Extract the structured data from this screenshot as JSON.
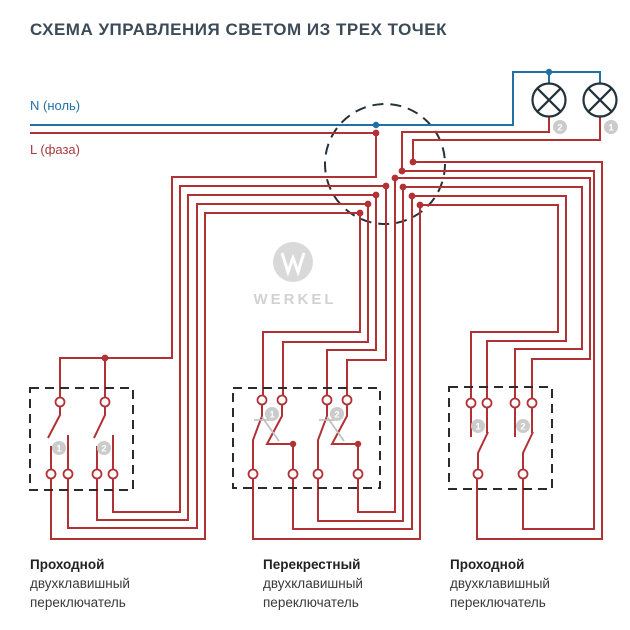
{
  "title": "СХЕМА УПРАВЛЕНИЯ СВЕТОМ ИЗ ТРЕХ ТОЧЕК",
  "brand_watermark": "WERKEL",
  "power": {
    "neutral_label": "N (ноль)",
    "live_label": "L (фаза)"
  },
  "lamps": [
    {
      "number": "2"
    },
    {
      "number": "1"
    }
  ],
  "switches": [
    {
      "name": "Проходной",
      "line2": "двухклавишный",
      "line3": "переключатель",
      "gang1": "1",
      "gang2": "2"
    },
    {
      "name": "Перекрестный",
      "line2": "двухклавишный",
      "line3": "переключатель",
      "gang1": "1",
      "gang2": "2"
    },
    {
      "name": "Проходной",
      "line2": "двухклавишный",
      "line3": "переключатель",
      "gang1": "1",
      "gang2": "2"
    }
  ],
  "colors": {
    "live_wire": "#b13134",
    "neutral_wire": "#2171a6",
    "outline": "#24323b",
    "box_dash": "#2b2b2b",
    "watermark": "#d9d9d9",
    "badge": "#cbcbcb"
  }
}
